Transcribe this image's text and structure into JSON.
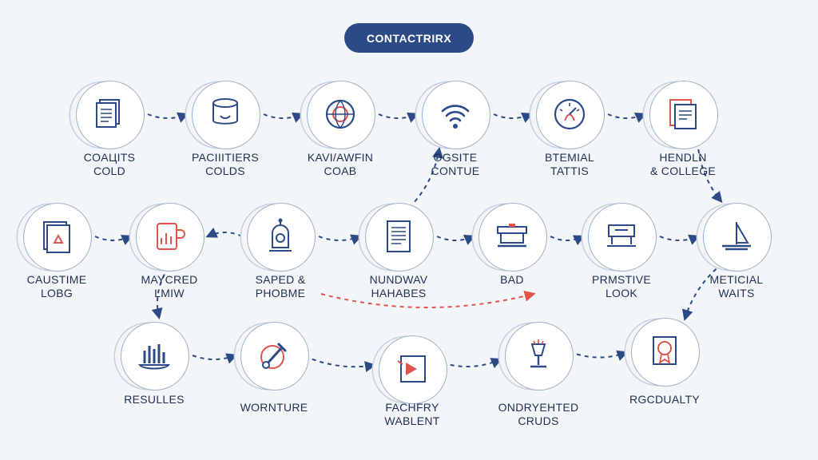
{
  "title": "CONTACTRIRX",
  "colors": {
    "navy": "#2c4a86",
    "accent": "#e2534d",
    "line": "#2f4a80",
    "label": "#1f2f52"
  },
  "nodes": [
    {
      "id": "n1",
      "label": "COAЦITS\nCOLD",
      "icon": "document-stack-icon"
    },
    {
      "id": "n2",
      "label": "PACIIITIERS\nCOLDS",
      "icon": "container-jar-icon"
    },
    {
      "id": "n3",
      "label": "KAVI/AWFIN\nCOAB",
      "icon": "globe-emblem-icon"
    },
    {
      "id": "n4",
      "label": "OGSITE\nCONTUE",
      "icon": "wifi-signal-icon"
    },
    {
      "id": "n5",
      "label": "BTEMIAL\nTATTIS",
      "icon": "gauge-dial-icon"
    },
    {
      "id": "n6",
      "label": "HENDLN\n& COLLEGE",
      "icon": "certificate-frame-icon"
    },
    {
      "id": "n7",
      "label": "CAUSTIME\nLOBG",
      "icon": "recycle-box-icon"
    },
    {
      "id": "n8",
      "label": "MAYCRED\nLMIW",
      "icon": "mug-chart-icon"
    },
    {
      "id": "n9",
      "label": "SAPED &\nPHOBME",
      "icon": "robot-bot-icon"
    },
    {
      "id": "n10",
      "label": "NUNDWAV\nHAHABES",
      "icon": "report-sheet-icon"
    },
    {
      "id": "n11",
      "label": "BAD",
      "icon": "printer-bed-icon"
    },
    {
      "id": "n12",
      "label": "PRMSTIVE\nLOOK",
      "icon": "machine-press-icon"
    },
    {
      "id": "n13",
      "label": "METICIAL\nWAITS",
      "icon": "sailboat-icon"
    },
    {
      "id": "n14",
      "label": "RESULLES",
      "icon": "bar-chart-icon"
    },
    {
      "id": "n15",
      "label": "WORNTURE",
      "icon": "tools-wrench-icon"
    },
    {
      "id": "n16",
      "label": "FACHFRY\nWABLENT",
      "icon": "play-document-icon"
    },
    {
      "id": "n17",
      "label": "ONDRYEHTED\nCRUDS",
      "icon": "lamp-lab-icon"
    },
    {
      "id": "n18",
      "label": "RGCDUALTY",
      "icon": "badge-seal-icon"
    }
  ],
  "links": [
    {
      "from": "n1",
      "to": "n2",
      "color": "navy"
    },
    {
      "from": "n2",
      "to": "n3",
      "color": "navy"
    },
    {
      "from": "n3",
      "to": "n4",
      "color": "navy"
    },
    {
      "from": "n4",
      "to": "n5",
      "color": "navy"
    },
    {
      "from": "n5",
      "to": "n6",
      "color": "navy"
    },
    {
      "from": "n6",
      "to": "n13",
      "color": "navy"
    },
    {
      "from": "n7",
      "to": "n8",
      "color": "navy"
    },
    {
      "from": "n9",
      "to": "n8",
      "color": "navy"
    },
    {
      "from": "n9",
      "to": "n10",
      "color": "navy"
    },
    {
      "from": "n10",
      "to": "n4",
      "color": "navy"
    },
    {
      "from": "n10",
      "to": "n11",
      "color": "navy"
    },
    {
      "from": "n11",
      "to": "n12",
      "color": "navy"
    },
    {
      "from": "n12",
      "to": "n13",
      "color": "navy"
    },
    {
      "from": "n9",
      "to": "n11",
      "color": "accent"
    },
    {
      "from": "n8",
      "to": "n14",
      "color": "navy"
    },
    {
      "from": "n14",
      "to": "n15",
      "color": "navy"
    },
    {
      "from": "n15",
      "to": "n16",
      "color": "navy"
    },
    {
      "from": "n16",
      "to": "n17",
      "color": "navy"
    },
    {
      "from": "n17",
      "to": "n18",
      "color": "navy"
    },
    {
      "from": "n13",
      "to": "n18",
      "color": "navy"
    }
  ]
}
